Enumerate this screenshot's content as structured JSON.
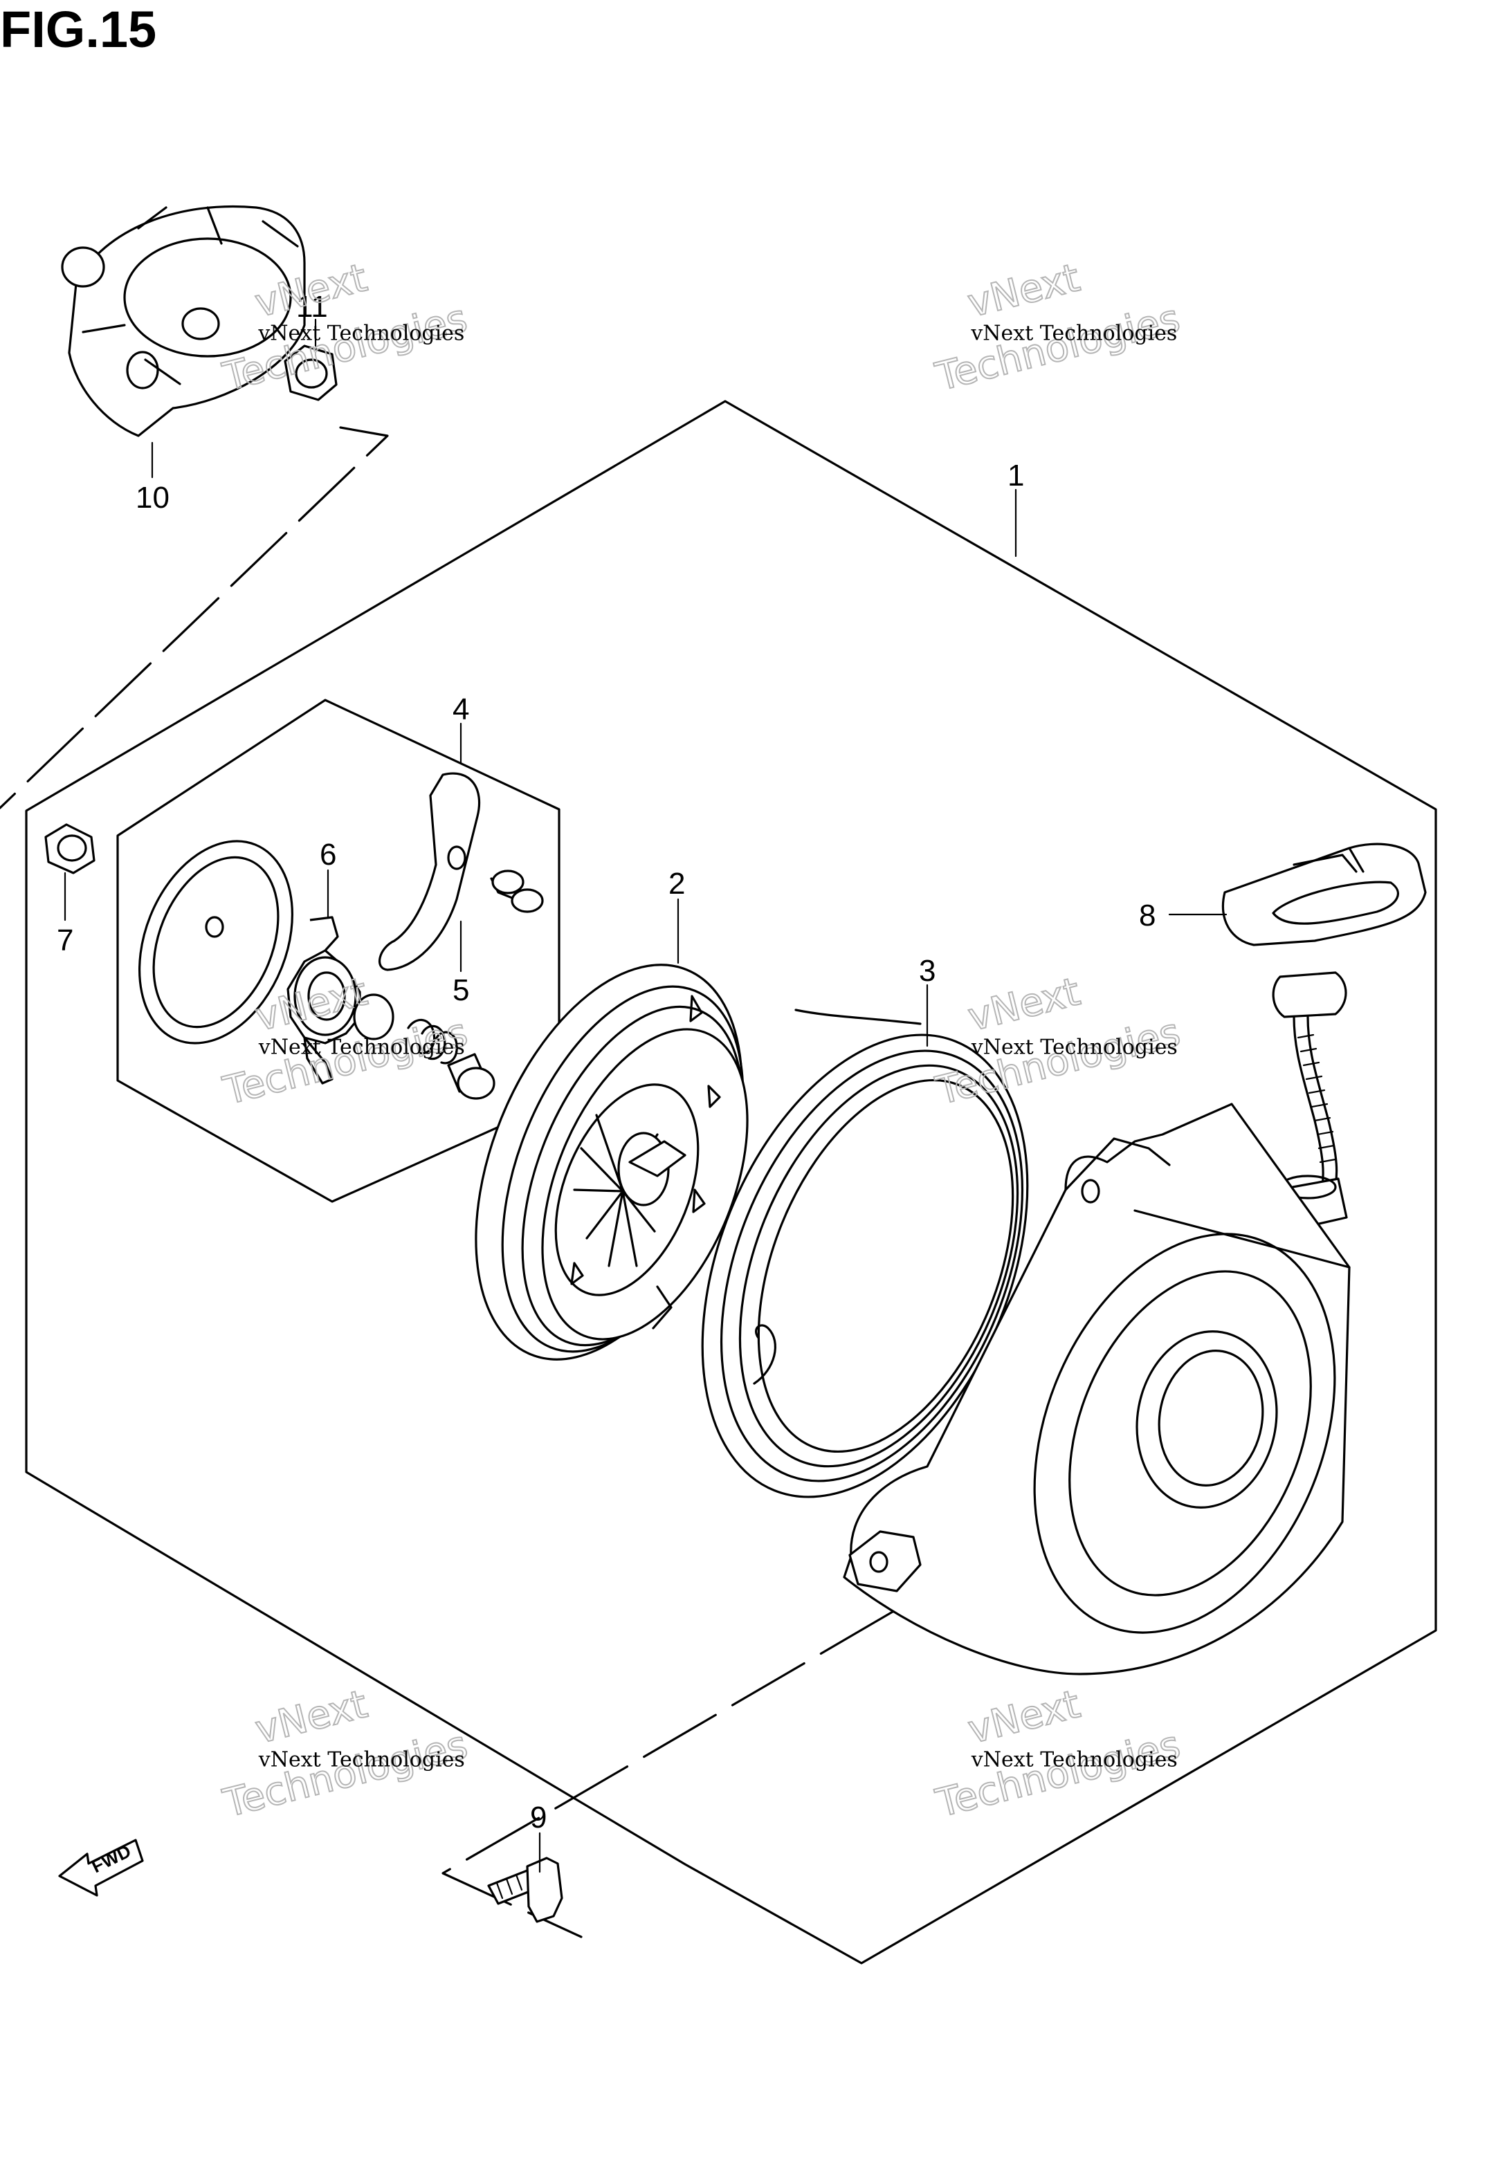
{
  "figure": {
    "title": "FIG.15"
  },
  "callouts": [
    {
      "id": "c1",
      "label": "1"
    },
    {
      "id": "c2",
      "label": "2"
    },
    {
      "id": "c3",
      "label": "3"
    },
    {
      "id": "c4",
      "label": "4"
    },
    {
      "id": "c5",
      "label": "5"
    },
    {
      "id": "c6",
      "label": "6"
    },
    {
      "id": "c7",
      "label": "7"
    },
    {
      "id": "c8",
      "label": "8"
    },
    {
      "id": "c9",
      "label": "9"
    },
    {
      "id": "c10",
      "label": "10"
    },
    {
      "id": "c11",
      "label": "11"
    }
  ],
  "watermark": {
    "line1": "vNext Technologies",
    "line2": "vNext",
    "line3": "Technologies"
  },
  "direction_badge": {
    "label": "FWD"
  }
}
